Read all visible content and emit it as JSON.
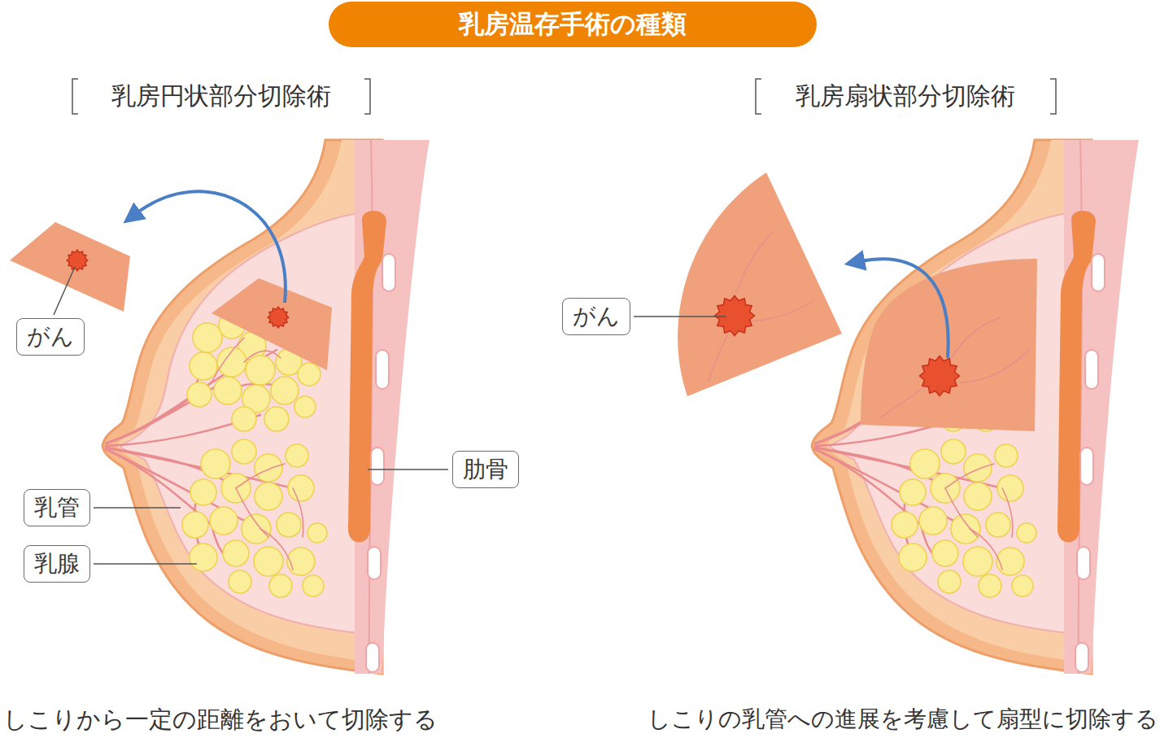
{
  "diagram": {
    "title": "乳房温存手術の種類",
    "nodes": [
      {
        "text": [
          "がん"
        ]
      },
      {
        "text": [
          "肋骨"
        ]
      },
      {
        "text": [
          "乳管"
        ]
      },
      {
        "text": [
          "乳腺"
        ]
      },
      {
        "text": [
          "がん"
        ]
      }
    ],
    "labels": [
      "乳房円状部分切除術",
      "乳房扇状部分切除術",
      "しこりから一定の距離をおいて切除する",
      "しこりの乳管への進展を考慮して扇型に切除する"
    ]
  }
}
